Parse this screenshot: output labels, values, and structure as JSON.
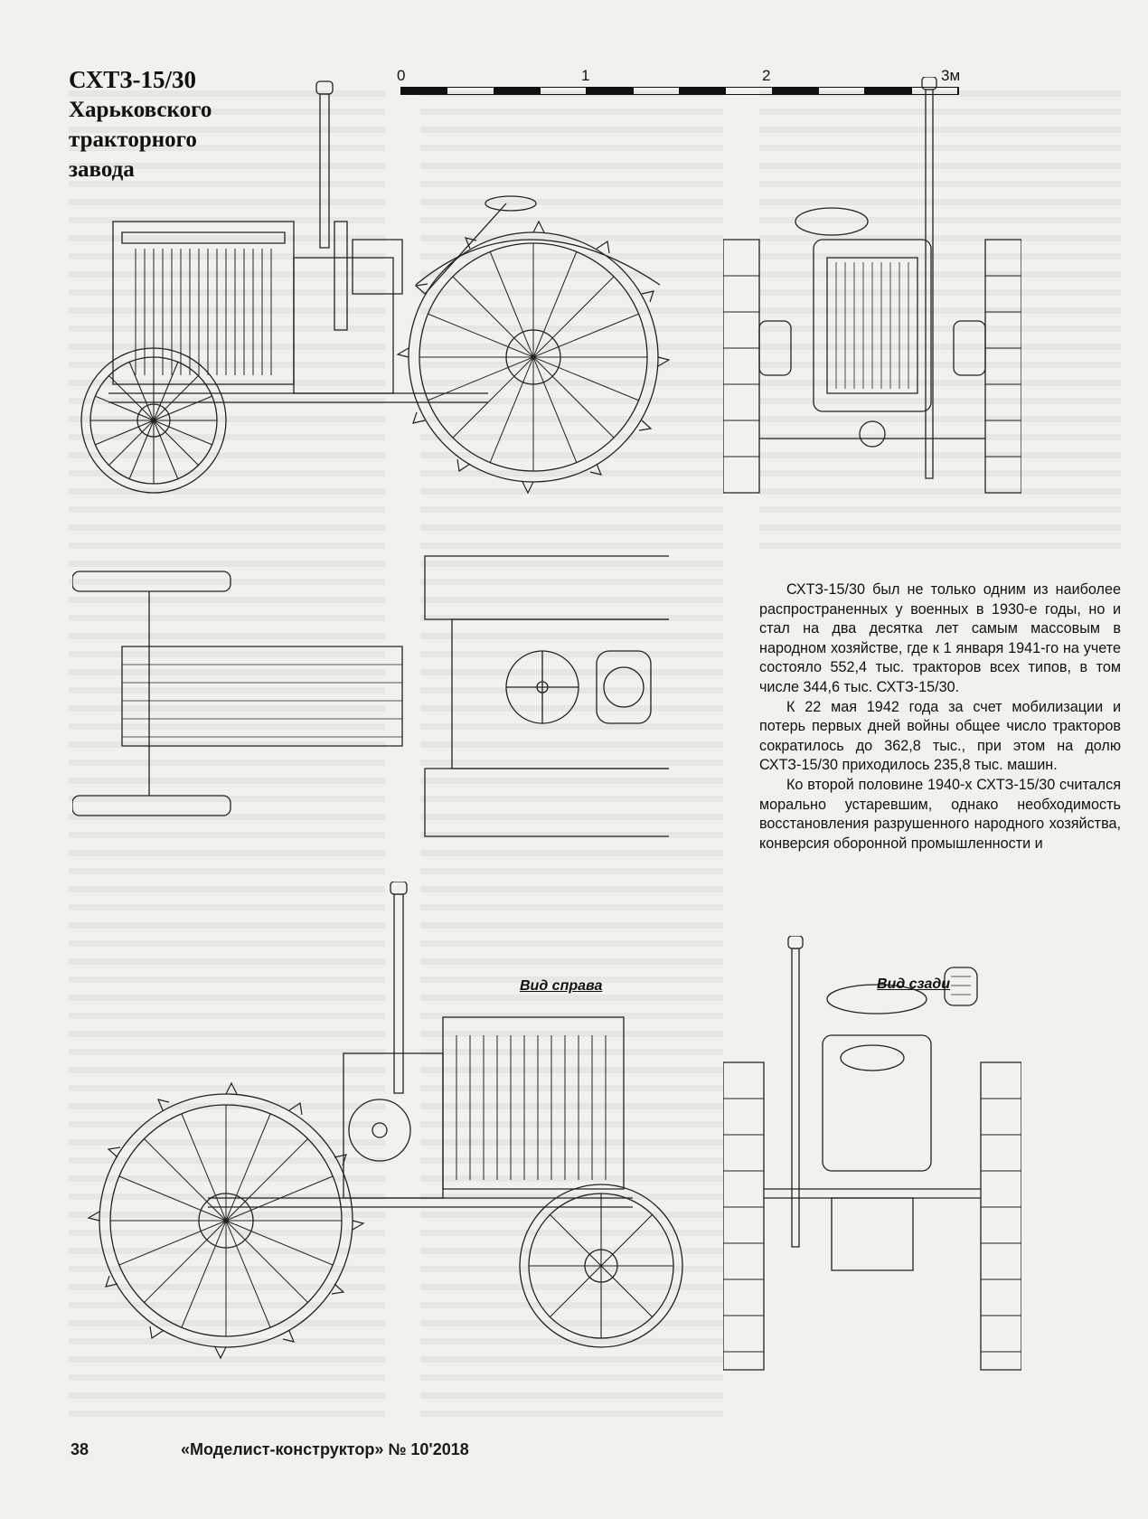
{
  "header": {
    "title_lines": [
      "СХТЗ-15/30",
      "Харьковского",
      "тракторного",
      "завода"
    ]
  },
  "scale": {
    "ticks": [
      "0",
      "1",
      "2",
      "3м"
    ]
  },
  "captions": {
    "right_view": "Вид справа",
    "rear_view": "Вид сзади"
  },
  "article": {
    "paragraphs": [
      "СХТЗ-15/30 был не только одним из наиболее распространенных у военных в 1930-е годы, но и стал на два десятка лет самым массовым в народном хозяйстве, где к 1 января 1941-го на учете состояло 552,4 тыс. тракторов всех типов, в том числе 344,6 тыс. СХТЗ-15/30.",
      "К 22 мая 1942 года за счет мобилизации и потерь первых дней войны общее число тракторов сократилось до 362,8 тыс., при этом на долю СХТЗ-15/30 приходилось 235,8 тыс. машин.",
      "Ко второй половине 1940-х СХТЗ-15/30 считался морально устаревшим, однако необходимость восстановления разрушенного народного хозяйства, конверсия оборонной промышленности и"
    ]
  },
  "footer": {
    "page_number": "38",
    "magazine": "«Моделист-конструктор» № 10'2018"
  },
  "colors": {
    "ink": "#1b1b1b",
    "paper": "#f3f1ec"
  }
}
